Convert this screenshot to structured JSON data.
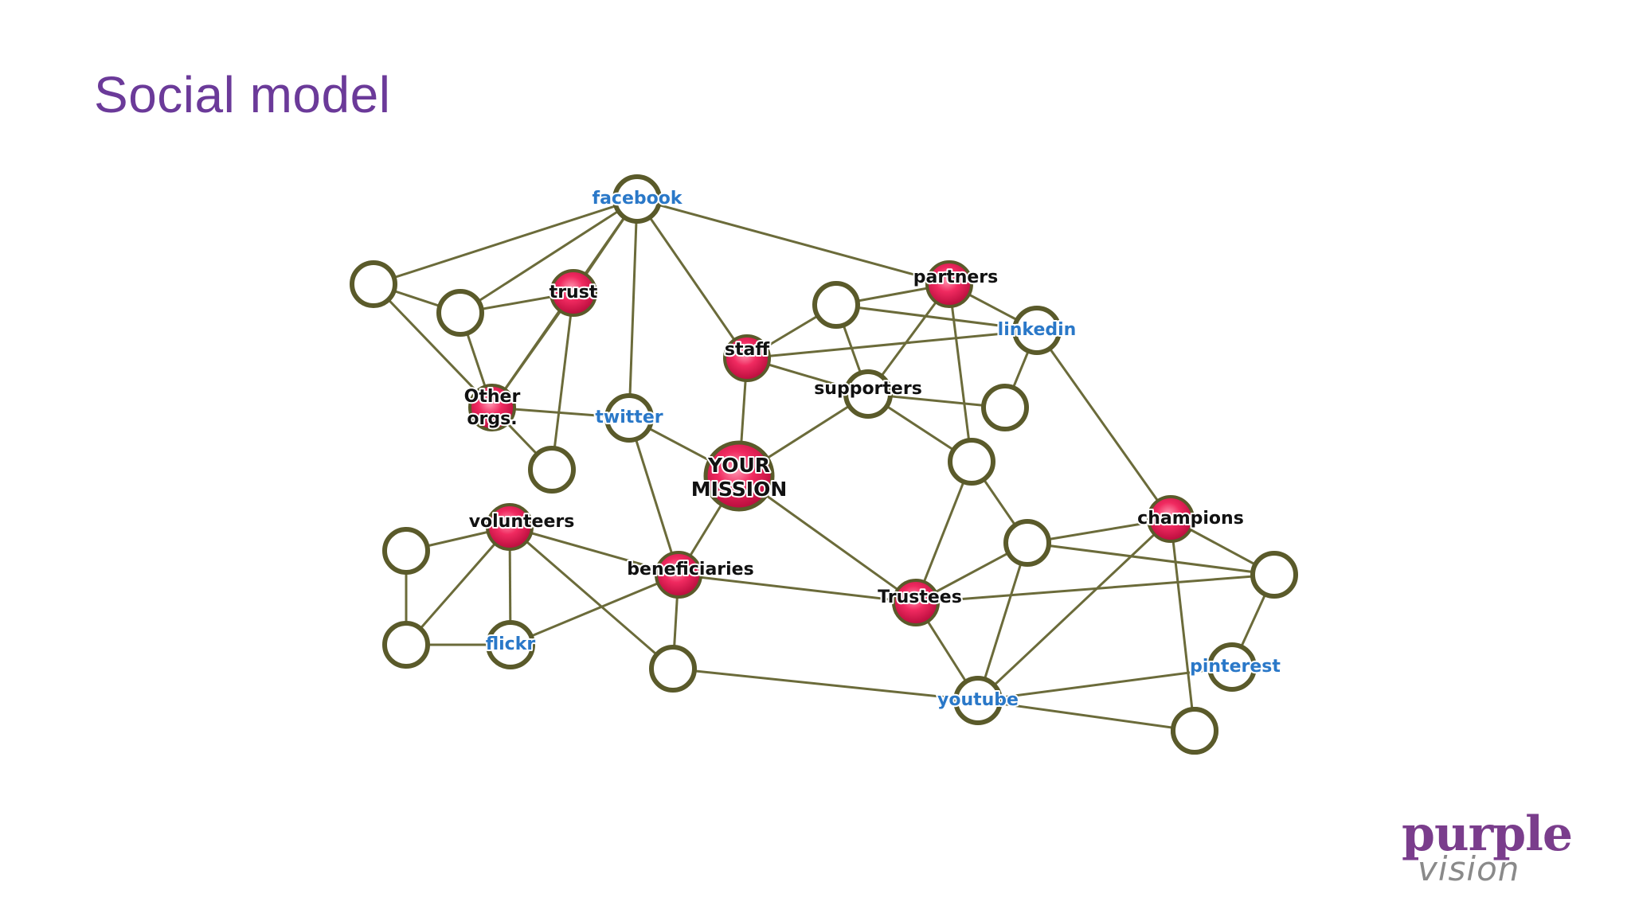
{
  "title": "Social model",
  "colors": {
    "title": "#6b3a99",
    "edge": "#6b6b3a",
    "hollow_node_stroke": "#5a5a2a",
    "core_node_fill": "#e8184f",
    "social_label": "#2a78c8",
    "core_label": "#111111"
  },
  "logo": {
    "main": "purple",
    "sub": "vision"
  },
  "nodes": [
    {
      "id": "facebook",
      "label": "facebook",
      "kind": "social"
    },
    {
      "id": "trust",
      "label": "trust",
      "kind": "core"
    },
    {
      "id": "other_orgs",
      "label": "Other\norgs.",
      "kind": "core"
    },
    {
      "id": "twitter",
      "label": "twitter",
      "kind": "social"
    },
    {
      "id": "staff",
      "label": "staff",
      "kind": "core"
    },
    {
      "id": "partners",
      "label": "partners",
      "kind": "core"
    },
    {
      "id": "linkedin",
      "label": "linkedin",
      "kind": "social"
    },
    {
      "id": "supporters",
      "label": "supporters",
      "kind": "hollow-labeled"
    },
    {
      "id": "mission",
      "label": "YOUR\nMISSION",
      "kind": "center"
    },
    {
      "id": "volunteers",
      "label": "volunteers",
      "kind": "core"
    },
    {
      "id": "beneficiaries",
      "label": "beneficiaries",
      "kind": "core"
    },
    {
      "id": "trustees",
      "label": "Trustees",
      "kind": "core"
    },
    {
      "id": "champions",
      "label": "champions",
      "kind": "core"
    },
    {
      "id": "flickr",
      "label": "flickr",
      "kind": "social"
    },
    {
      "id": "youtube",
      "label": "youtube",
      "kind": "social"
    },
    {
      "id": "pinterest",
      "label": "pinterest",
      "kind": "social"
    },
    {
      "id": "h1",
      "label": "",
      "kind": "hollow"
    },
    {
      "id": "h2",
      "label": "",
      "kind": "hollow"
    },
    {
      "id": "h3",
      "label": "",
      "kind": "hollow"
    },
    {
      "id": "h4",
      "label": "",
      "kind": "hollow"
    },
    {
      "id": "h5",
      "label": "",
      "kind": "hollow"
    },
    {
      "id": "h6",
      "label": "",
      "kind": "hollow"
    },
    {
      "id": "h7",
      "label": "",
      "kind": "hollow"
    },
    {
      "id": "h8",
      "label": "",
      "kind": "hollow"
    },
    {
      "id": "h9",
      "label": "",
      "kind": "hollow"
    },
    {
      "id": "h10",
      "label": "",
      "kind": "hollow"
    },
    {
      "id": "h11",
      "label": "",
      "kind": "hollow"
    },
    {
      "id": "h12",
      "label": "",
      "kind": "hollow"
    },
    {
      "id": "h13",
      "label": "",
      "kind": "hollow"
    }
  ],
  "edges": [
    [
      "facebook",
      "h1"
    ],
    [
      "facebook",
      "h2"
    ],
    [
      "facebook",
      "trust"
    ],
    [
      "facebook",
      "twitter"
    ],
    [
      "facebook",
      "staff"
    ],
    [
      "facebook",
      "partners"
    ],
    [
      "facebook",
      "other_orgs"
    ],
    [
      "h1",
      "h2"
    ],
    [
      "h1",
      "other_orgs"
    ],
    [
      "h2",
      "trust"
    ],
    [
      "h2",
      "other_orgs"
    ],
    [
      "trust",
      "other_orgs"
    ],
    [
      "trust",
      "h3"
    ],
    [
      "other_orgs",
      "twitter"
    ],
    [
      "other_orgs",
      "h3"
    ],
    [
      "twitter",
      "mission"
    ],
    [
      "twitter",
      "beneficiaries"
    ],
    [
      "staff",
      "mission"
    ],
    [
      "staff",
      "h4"
    ],
    [
      "staff",
      "linkedin"
    ],
    [
      "staff",
      "supporters"
    ],
    [
      "h4",
      "partners"
    ],
    [
      "h4",
      "linkedin"
    ],
    [
      "h4",
      "supporters"
    ],
    [
      "partners",
      "linkedin"
    ],
    [
      "partners",
      "supporters"
    ],
    [
      "partners",
      "h6"
    ],
    [
      "linkedin",
      "h5"
    ],
    [
      "linkedin",
      "champions"
    ],
    [
      "supporters",
      "h5"
    ],
    [
      "supporters",
      "h6"
    ],
    [
      "supporters",
      "mission"
    ],
    [
      "mission",
      "beneficiaries"
    ],
    [
      "mission",
      "trustees"
    ],
    [
      "h6",
      "trustees"
    ],
    [
      "h6",
      "h7"
    ],
    [
      "volunteers",
      "h8"
    ],
    [
      "volunteers",
      "flickr"
    ],
    [
      "volunteers",
      "beneficiaries"
    ],
    [
      "volunteers",
      "h10"
    ],
    [
      "h8",
      "h9"
    ],
    [
      "h9",
      "flickr"
    ],
    [
      "h9",
      "volunteers"
    ],
    [
      "flickr",
      "beneficiaries"
    ],
    [
      "beneficiaries",
      "h10"
    ],
    [
      "beneficiaries",
      "trustees"
    ],
    [
      "h10",
      "youtube"
    ],
    [
      "trustees",
      "h7"
    ],
    [
      "trustees",
      "youtube"
    ],
    [
      "trustees",
      "h11"
    ],
    [
      "h7",
      "champions"
    ],
    [
      "h7",
      "h11"
    ],
    [
      "h7",
      "youtube"
    ],
    [
      "champions",
      "h11"
    ],
    [
      "champions",
      "youtube"
    ],
    [
      "champions",
      "h13"
    ],
    [
      "h11",
      "pinterest"
    ],
    [
      "youtube",
      "pinterest"
    ],
    [
      "youtube",
      "h13"
    ]
  ]
}
